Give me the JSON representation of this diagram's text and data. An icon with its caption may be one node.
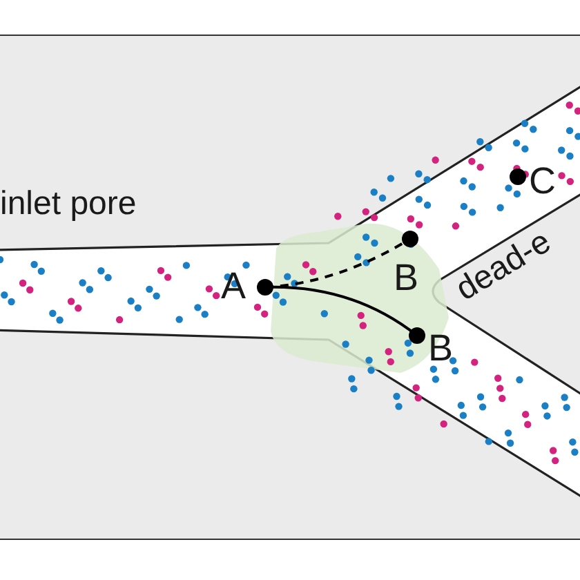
{
  "diagram": {
    "nodes": [
      {
        "text": [
          "A"
        ]
      },
      {
        "text": [
          "B"
        ]
      },
      {
        "text": [
          "B"
        ]
      },
      {
        "text": [
          "C"
        ]
      }
    ],
    "edges": [
      {
        "from": 0,
        "to": 1,
        "arrow": "none",
        "style": "dashed"
      },
      {
        "from": 0,
        "to": 2,
        "arrow": "none"
      }
    ],
    "labels": [
      "inlet pore",
      "dead-e"
    ]
  }
}
